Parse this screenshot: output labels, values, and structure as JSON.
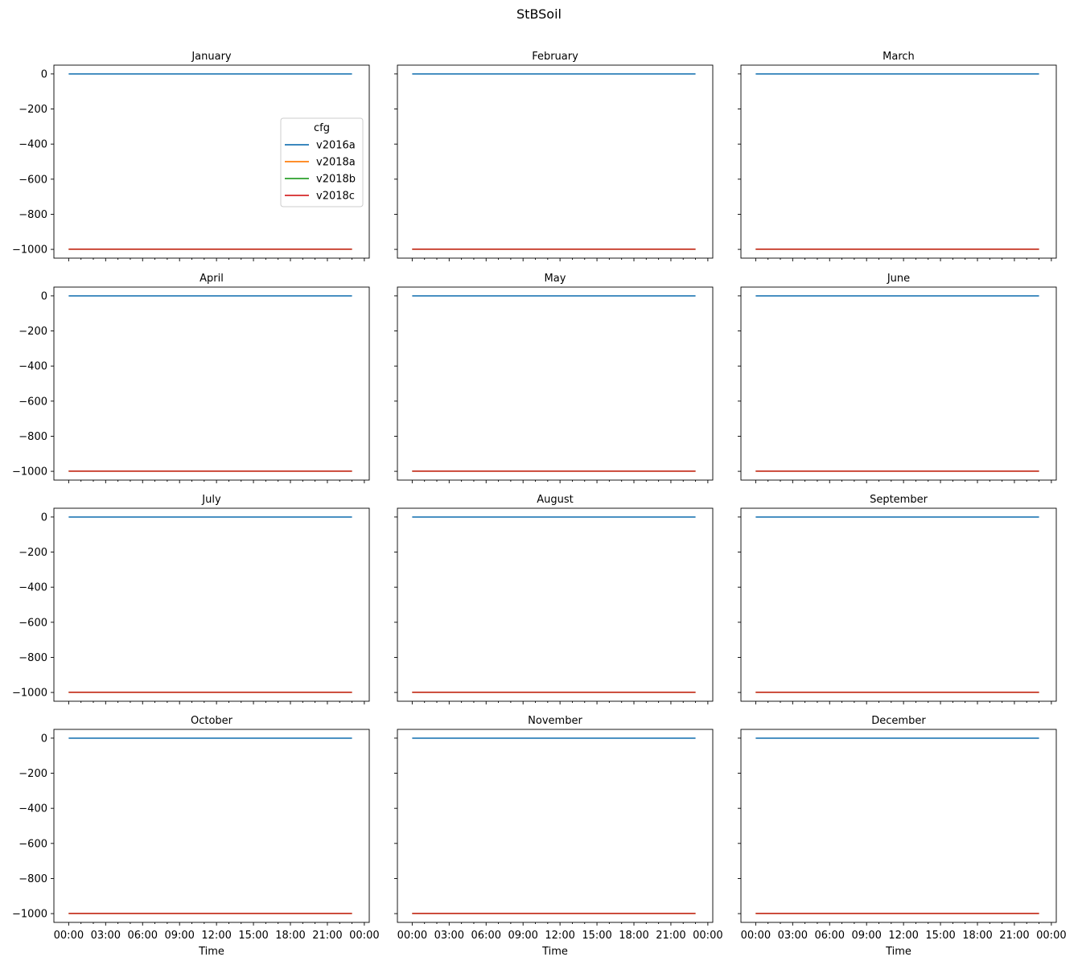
{
  "figure_title": "StBSoil",
  "chart_data": {
    "type": "line",
    "title": "StBSoil",
    "subplot_titles": [
      "January",
      "February",
      "March",
      "April",
      "May",
      "June",
      "July",
      "August",
      "September",
      "October",
      "November",
      "December"
    ],
    "xlabel": "Time",
    "xticks": [
      "00:00",
      "03:00",
      "06:00",
      "09:00",
      "12:00",
      "15:00",
      "18:00",
      "21:00",
      "00:00"
    ],
    "xlim_hours": [
      -1.2,
      24.4
    ],
    "series_x_hours": [
      0,
      23
    ],
    "yticks": [
      0,
      -200,
      -400,
      -600,
      -800,
      -1000
    ],
    "ylim": [
      -1050,
      50
    ],
    "grid": false,
    "legend": {
      "title": "cfg",
      "placement": "center-right",
      "panel": "January"
    },
    "series": [
      {
        "name": "v2016a",
        "color": "#1f77b4",
        "value": 0
      },
      {
        "name": "v2018a",
        "color": "#ff7f0e",
        "value": -999
      },
      {
        "name": "v2018b",
        "color": "#2ca02c",
        "value": -999
      },
      {
        "name": "v2018c",
        "color": "#d62728",
        "value": -999
      }
    ]
  }
}
